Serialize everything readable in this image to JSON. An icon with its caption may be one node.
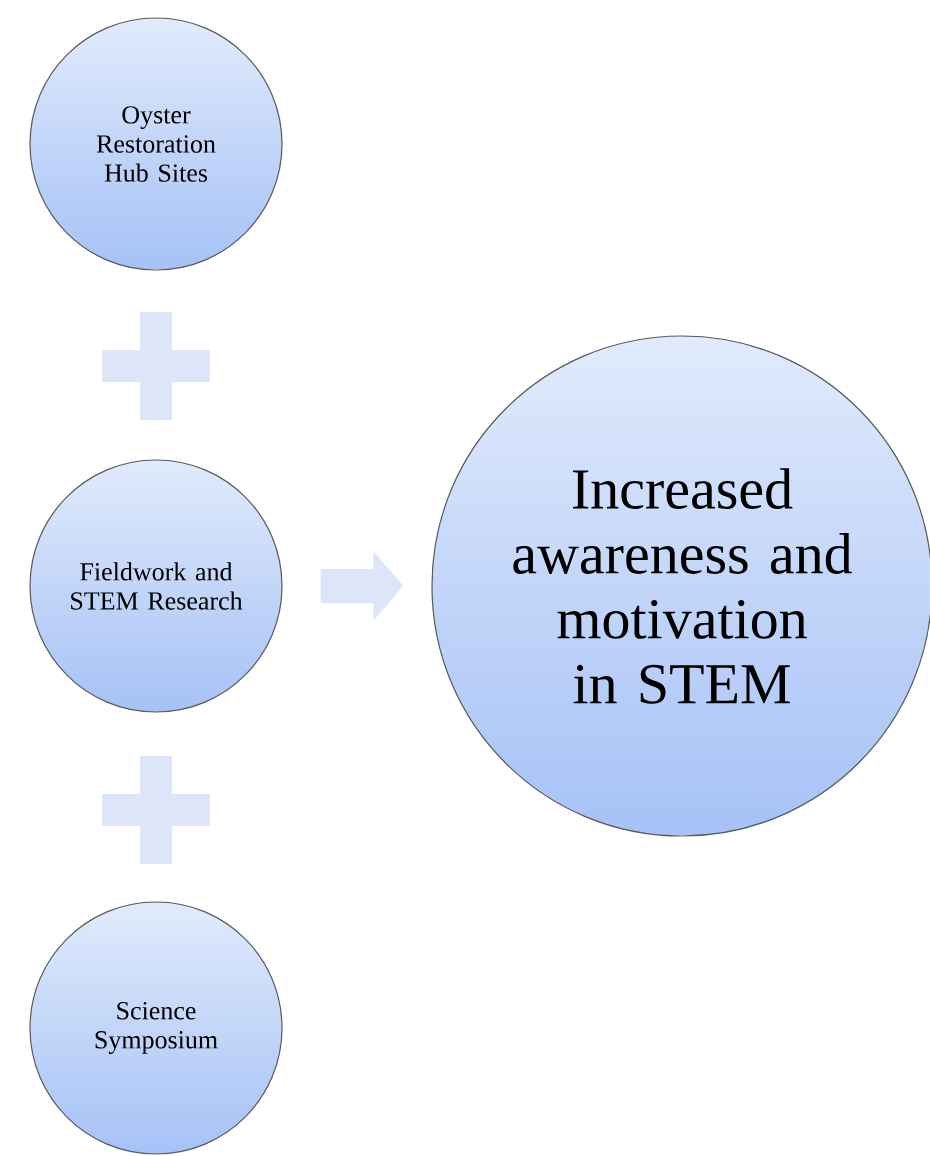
{
  "diagram": {
    "nodes": [
      {
        "text": [
          "Oyster Restoration Hub Sites"
        ]
      },
      {
        "text": [
          "Fieldwork and STEM Research"
        ]
      },
      {
        "text": [
          "Science Symposium"
        ]
      },
      {
        "text": [
          "Increased awareness and motivation in STEM"
        ]
      }
    ],
    "edges": [
      {
        "from": 1,
        "to": 3,
        "arrow": "to"
      }
    ]
  }
}
